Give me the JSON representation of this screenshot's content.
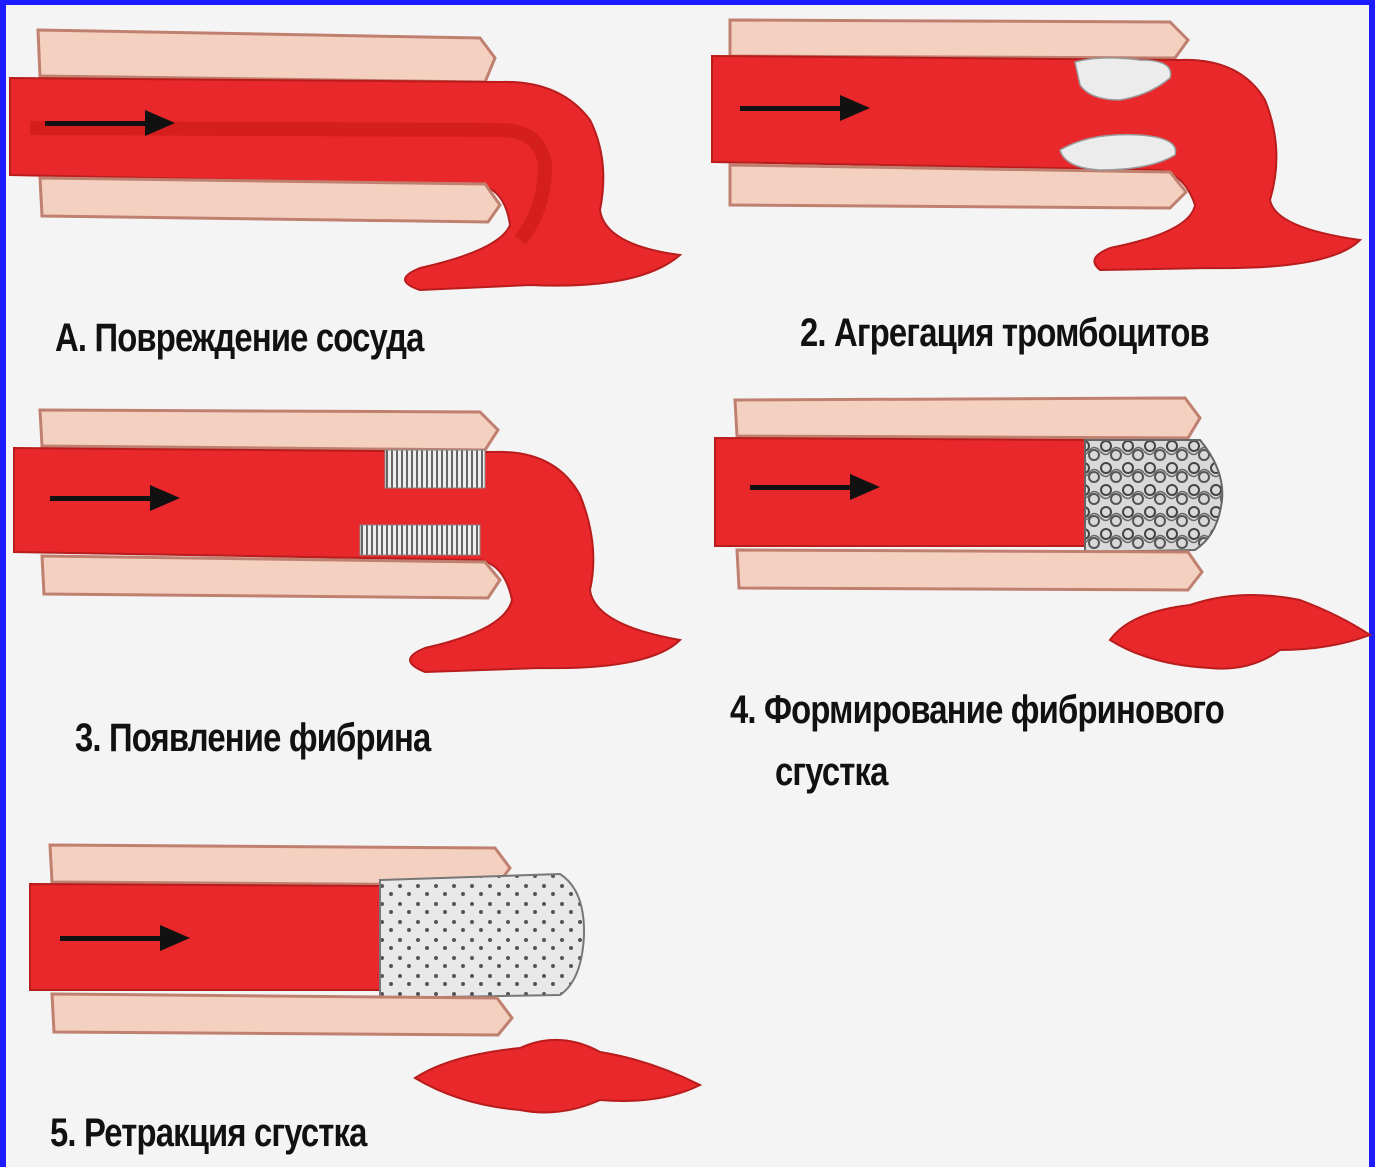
{
  "diagram": {
    "steps": [
      {
        "label": "А. Повреждение сосуда"
      },
      {
        "label": "2. Агрегация тромбоцитов"
      },
      {
        "label": "3. Появление фибрина"
      },
      {
        "label_line1": "4. Формирование фибринового",
        "label_line2": "сгустка"
      },
      {
        "label": "5. Ретракция сгустка"
      }
    ],
    "colors": {
      "frame": "#1c1cff",
      "background": "#f4f4f4",
      "vessel_wall": "#f4d0c0",
      "blood": "#e8282a",
      "blood_dark": "#c81818",
      "clot_gray": "#b0b0b0",
      "arrow": "#111111"
    }
  }
}
